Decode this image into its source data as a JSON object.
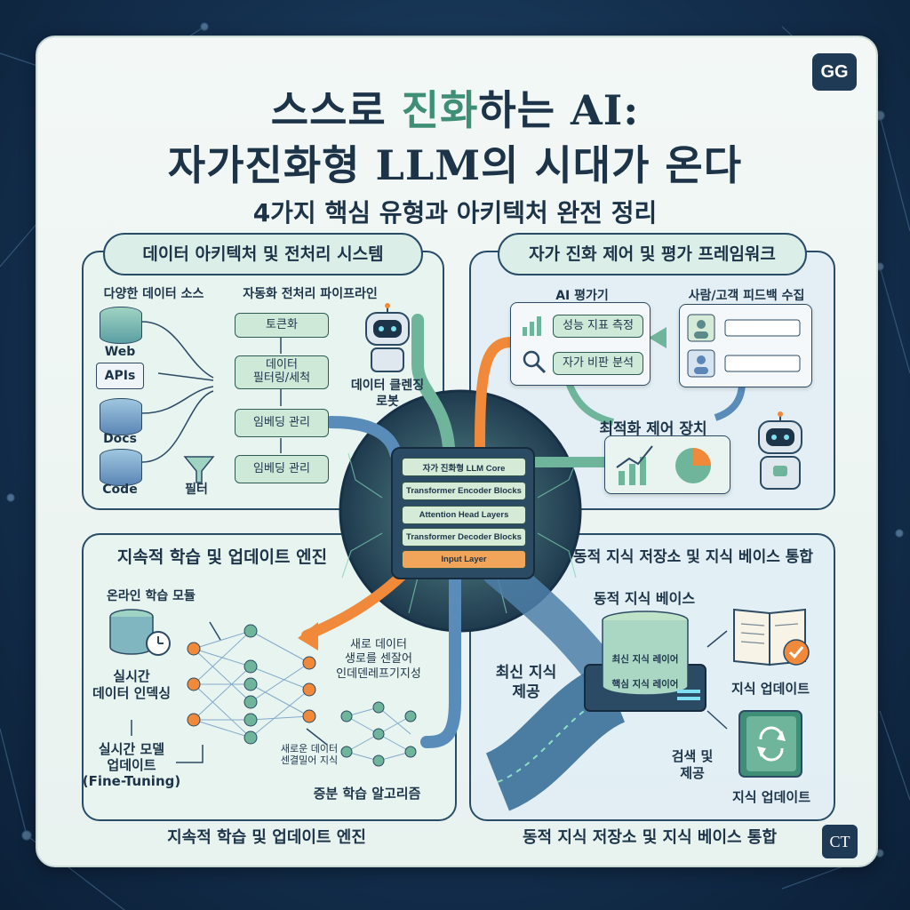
{
  "header": {
    "title_line1_prefix": "스스로 ",
    "title_line1_accent": "진화",
    "title_line1_suffix": "하는 AI:",
    "title_line2": "자가진화형 LLM의 시대가 온다",
    "subtitle": "4가지 핵심 유형과 아키텍처 완전 정리",
    "brand_badge": "GG",
    "corner_badge": "CT"
  },
  "colors": {
    "background": "#14304f",
    "card": "#eef5f2",
    "navy": "#1d3448",
    "green_accent": "#3f8f76",
    "orange_accent": "#f08a3a"
  },
  "data_panel": {
    "title": "데이터 아키텍처 및 전처리 시스템",
    "sources_label": "다양한 데이터 소스",
    "sources": [
      "Web",
      "APIs",
      "Docs",
      "Code"
    ],
    "filter_label": "필터",
    "pipeline_label": "자동화 전처리 파이프라인",
    "pipeline_steps": [
      "토큰화",
      "데이터\n필터링/세척",
      "임베딩 관리",
      "임베딩 관리"
    ],
    "robot_label": "데이터 클렌징\n로봇"
  },
  "control_panel": {
    "title": "자가 진화 제어 및 평가 프레임워크",
    "ai_evaluator_label": "AI 평가기",
    "feedback_label": "사람/고객 피드백 수집",
    "metrics": [
      "성능 지표 측정",
      "자가 비판 분석"
    ],
    "optimizer_label": "최적화 제어 장치"
  },
  "core": {
    "layers": [
      "자가 진화형 LLM Core",
      "Transformer Encoder Blocks",
      "Attention Head Layers",
      "Transformer Decoder Blocks",
      "Input Layer"
    ]
  },
  "learning_panel": {
    "title": "지속적 학습 및 업데이트 엔진",
    "online_module": "온라인 학습 모듈",
    "realtime_index": "실시간\n데이터 인덱싱",
    "realtime_update": "실시간 모델\n업데이트\n(Fine-Tuning)",
    "new_data_note": "새로 데이터\n생로를 센잘어\n인데덴레프기지성",
    "new_data_note2": "새로운 데이터\n센결밀어 지식",
    "incremental": "증분 학습 알고리즘",
    "footer": "지속적 학습 및 업데이트 엔진"
  },
  "knowledge_panel": {
    "title": "동적 지식 저장소 및 지식 베이스 통합",
    "kb_label": "동적 지식 베이스",
    "kb_layers": [
      "최신 지식 레이어",
      "핵심 지식 레이어"
    ],
    "latest_knowledge": "최신 지식\n제공",
    "book1_label": "지식 업데이트",
    "search_label": "검색 및\n제공",
    "book2_label": "지식 업데이트",
    "footer": "동적 지식 저장소 및 지식 베이스 통합"
  }
}
